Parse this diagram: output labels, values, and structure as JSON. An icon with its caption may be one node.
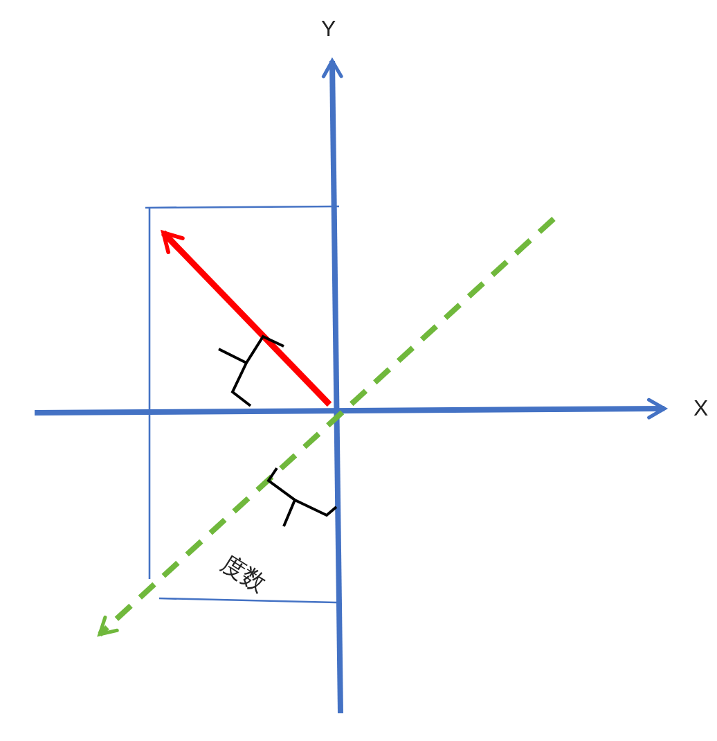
{
  "diagram": {
    "labels": [
      "Y",
      "X",
      "度数"
    ]
  }
}
